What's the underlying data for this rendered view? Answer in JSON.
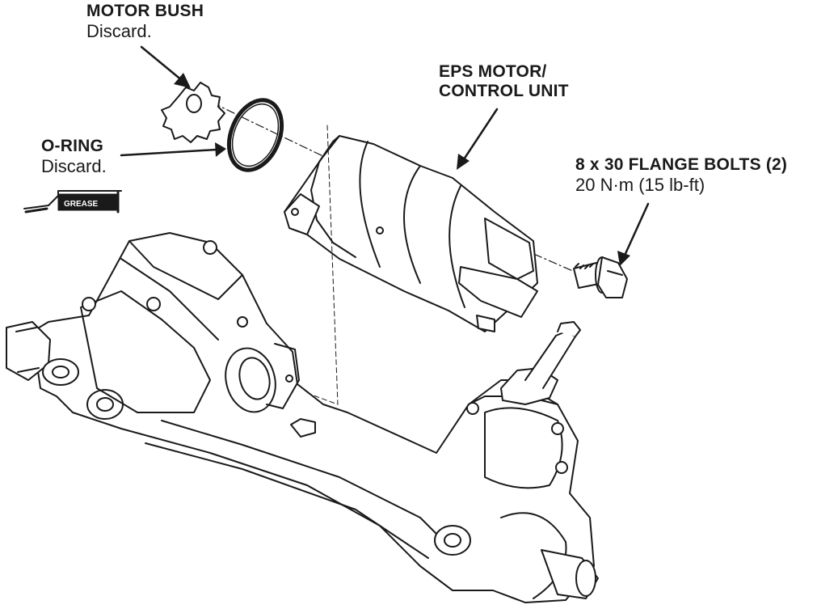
{
  "labels": {
    "motor_bush": {
      "title": "MOTOR BUSH",
      "note": "Discard."
    },
    "o_ring": {
      "title": "O-RING",
      "note": "Discard."
    },
    "eps_motor": {
      "line1": "EPS MOTOR/",
      "line2": "CONTROL UNIT"
    },
    "flange_bolts": {
      "title": "8 x 30 FLANGE BOLTS (2)",
      "torque": "20 N·m (15 lb-ft)"
    }
  },
  "grease_icon": {
    "icon": "grease-gun-icon",
    "text": "GREASE"
  },
  "colors": {
    "line": "#1a1a1a",
    "paper": "#ffffff"
  }
}
